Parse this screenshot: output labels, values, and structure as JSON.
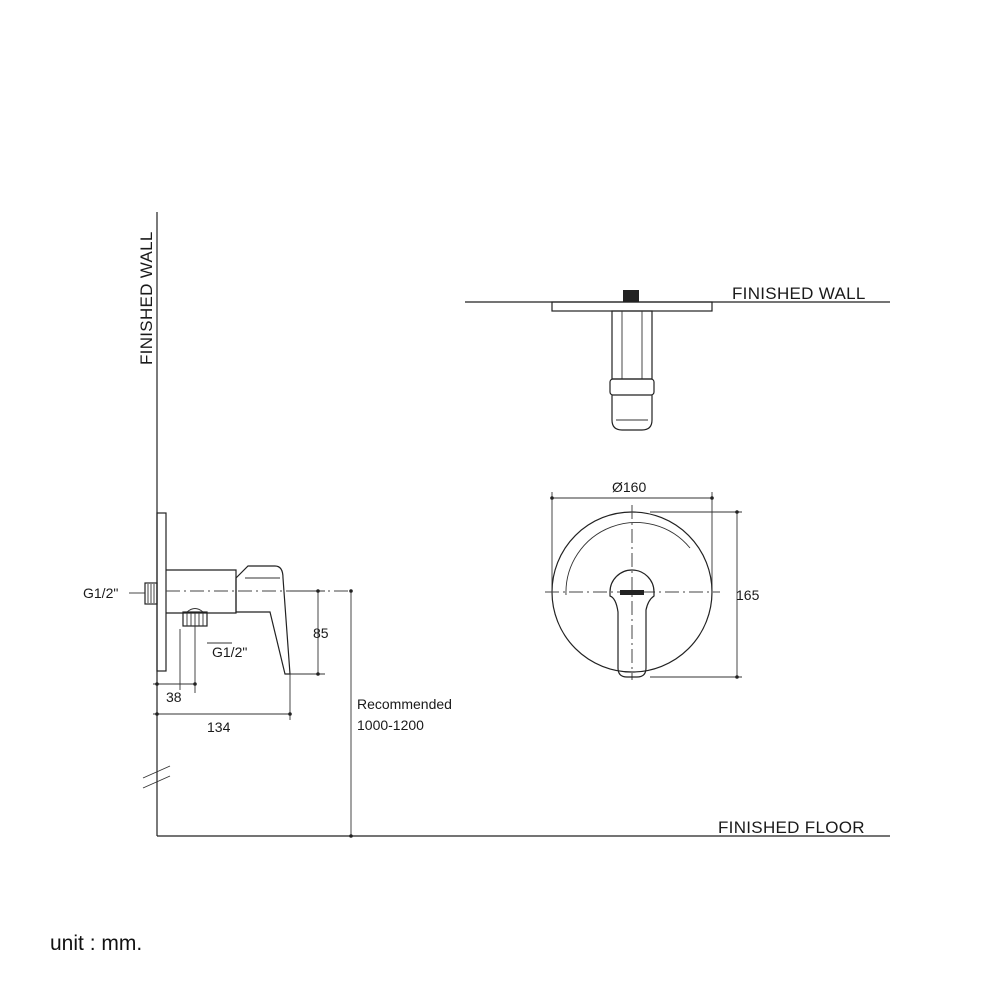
{
  "labels": {
    "finished_wall_side": "FINISHED WALL",
    "finished_wall_top": "FINISHED WALL",
    "finished_floor": "FINISHED FLOOR",
    "recommended_line1": "Recommended",
    "recommended_line2": "1000-1200",
    "unit": "unit : mm."
  },
  "dimensions": {
    "inlet_thread_left": "G1/2\"",
    "outlet_thread_bottom": "G1/2\"",
    "height_85": "85",
    "depth_38": "38",
    "depth_134": "134",
    "diameter_160": "Ø160",
    "height_165": "165"
  }
}
